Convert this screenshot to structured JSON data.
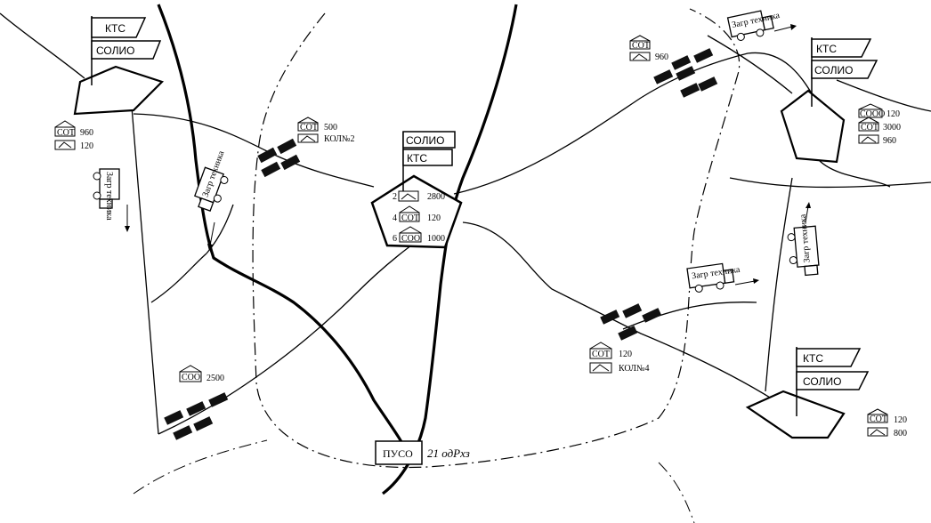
{
  "map": {
    "command_post": {
      "label": "ПУСО",
      "unit": "21 одРхз"
    },
    "center_node": {
      "flags": [
        "СОЛИО",
        "КТС"
      ],
      "rows": [
        {
          "prefix": "2",
          "icon": "decon-vehicle-icon",
          "value": "2800"
        },
        {
          "prefix": "4",
          "icon": "СОТ",
          "value": "120"
        },
        {
          "prefix": "6",
          "icon": "СОО",
          "value": "1000"
        }
      ]
    },
    "top_left_node": {
      "flags": [
        "КТС",
        "СОЛИО"
      ],
      "rows": [
        {
          "icon": "СОТ",
          "value": "960"
        },
        {
          "icon": "decon-vehicle-icon",
          "value": "120"
        }
      ]
    },
    "top_right_node": {
      "flags": [
        "КТС",
        "СОЛИО"
      ],
      "rows": [
        {
          "icon": "СООО",
          "value": "120"
        },
        {
          "icon": "СОТ",
          "value": "3000"
        },
        {
          "icon": "decon-vehicle-icon",
          "value": "960"
        }
      ]
    },
    "bottom_right_node": {
      "flags": [
        "КТС",
        "СОЛИО"
      ],
      "rows": [
        {
          "icon": "СОТ",
          "value": "120"
        },
        {
          "icon": "decon-vehicle-icon",
          "value": "800"
        }
      ]
    },
    "checkpoints": {
      "kpp2": {
        "rows": [
          {
            "icon": "СОТ",
            "value": "500"
          },
          {
            "icon": "decon-vehicle-icon",
            "value": "КОЛ№2"
          }
        ]
      },
      "kpp4": {
        "rows": [
          {
            "icon": "СОТ",
            "value": "120"
          },
          {
            "icon": "decon-vehicle-icon",
            "value": "КОЛ№4"
          }
        ]
      },
      "top": {
        "rows": [
          {
            "icon": "СОТ",
            "value": "960"
          }
        ]
      },
      "bottom_left": {
        "rows": [
          {
            "icon": "СОО",
            "value": "2500"
          }
        ]
      }
    },
    "trucks": {
      "label": "Загр техника"
    },
    "icon_codes": {
      "sot": "СОТ",
      "soo": "СОО",
      "sooo": "СООО"
    }
  }
}
